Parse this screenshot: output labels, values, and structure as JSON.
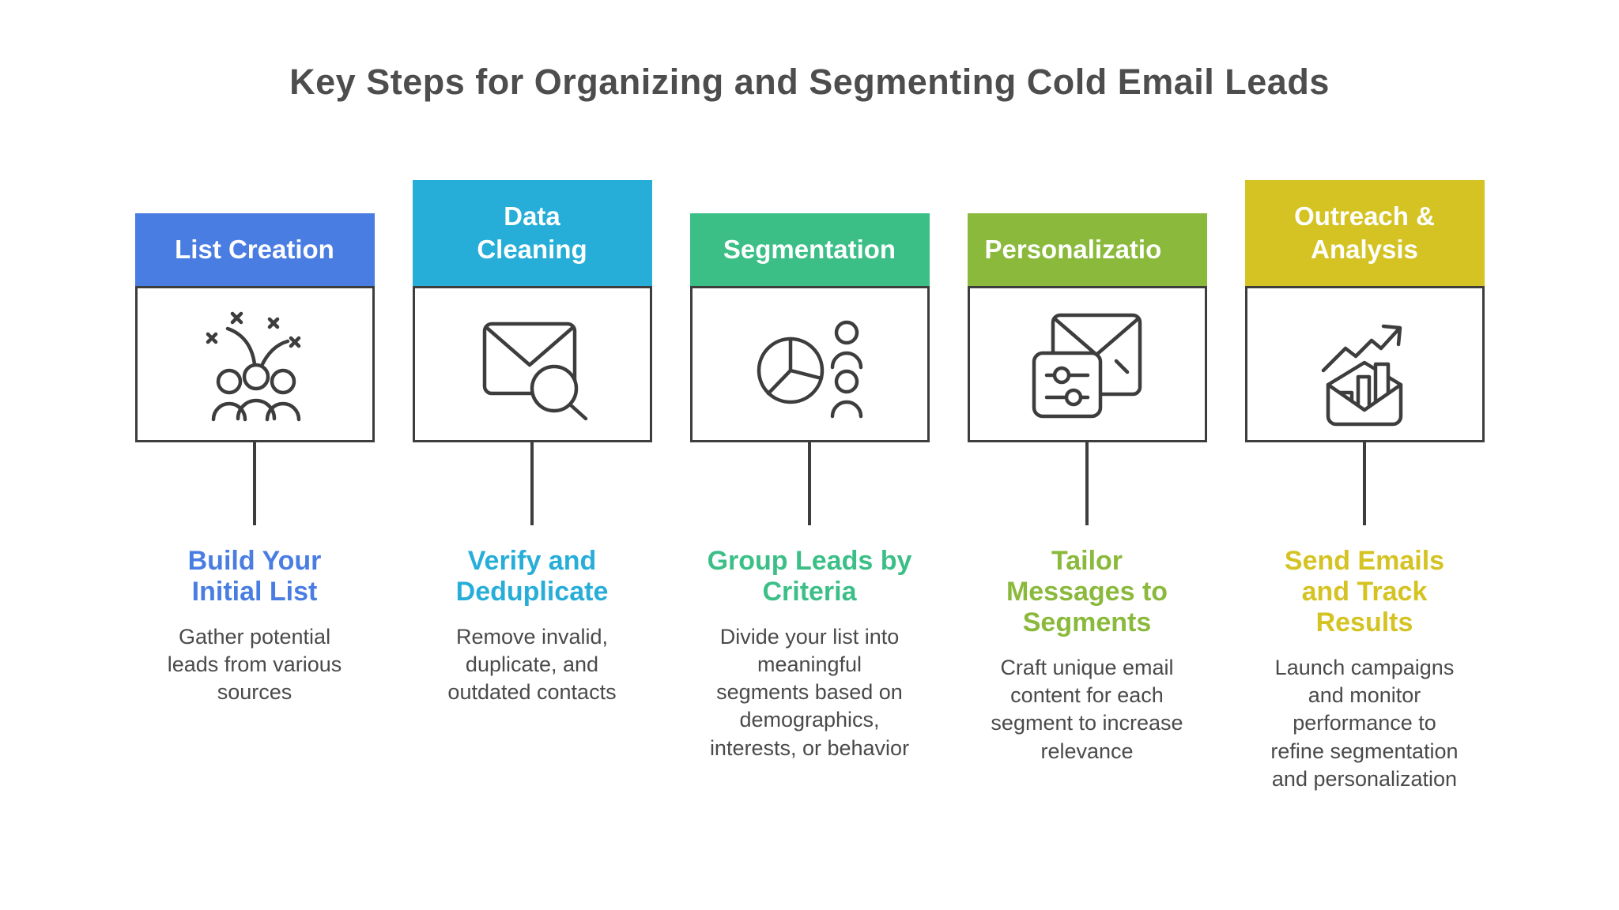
{
  "title": "Key Steps for Organizing and Segmenting Cold Email Leads",
  "colors": {
    "text_dark": "#4a4a4a",
    "line_dark": "#3d3d3d",
    "background": "#ffffff"
  },
  "steps": [
    {
      "id": "list-creation",
      "header_lines": [
        "List Creation"
      ],
      "color": "#4a7de2",
      "icon": "people-sparks-icon",
      "subtitle_lines": [
        "Build Your",
        "Initial List"
      ],
      "description_lines": [
        "Gather potential",
        "leads from various",
        "sources"
      ]
    },
    {
      "id": "data-cleaning",
      "header_lines": [
        "Data",
        "Cleaning"
      ],
      "color": "#27aed8",
      "icon": "envelope-magnifier-icon",
      "subtitle_lines": [
        "Verify and",
        "Deduplicate"
      ],
      "description_lines": [
        "Remove invalid,",
        "duplicate, and",
        "outdated contacts"
      ]
    },
    {
      "id": "segmentation",
      "header_lines": [
        "Segmentation"
      ],
      "color": "#3cbf87",
      "icon": "pie-chart-people-icon",
      "subtitle_lines": [
        "Group Leads by",
        "Criteria"
      ],
      "description_lines": [
        "Divide your list into",
        "meaningful",
        "segments based on",
        "demographics,",
        "interests, or behavior"
      ]
    },
    {
      "id": "personalization",
      "header_lines": [
        "Personalizatio"
      ],
      "color": "#8ab93c",
      "icon": "envelope-sliders-icon",
      "subtitle_lines": [
        "Tailor",
        "Messages to",
        "Segments"
      ],
      "description_lines": [
        "Craft unique email",
        "content for each",
        "segment to increase",
        "relevance"
      ]
    },
    {
      "id": "outreach-analysis",
      "header_lines": [
        "Outreach &",
        "Analysis"
      ],
      "color": "#d4c322",
      "icon": "envelope-chart-arrow-icon",
      "subtitle_lines": [
        "Send Emails",
        "and Track",
        "Results"
      ],
      "description_lines": [
        "Launch campaigns",
        "and monitor",
        "performance to",
        "refine segmentation",
        "and personalization"
      ]
    }
  ]
}
